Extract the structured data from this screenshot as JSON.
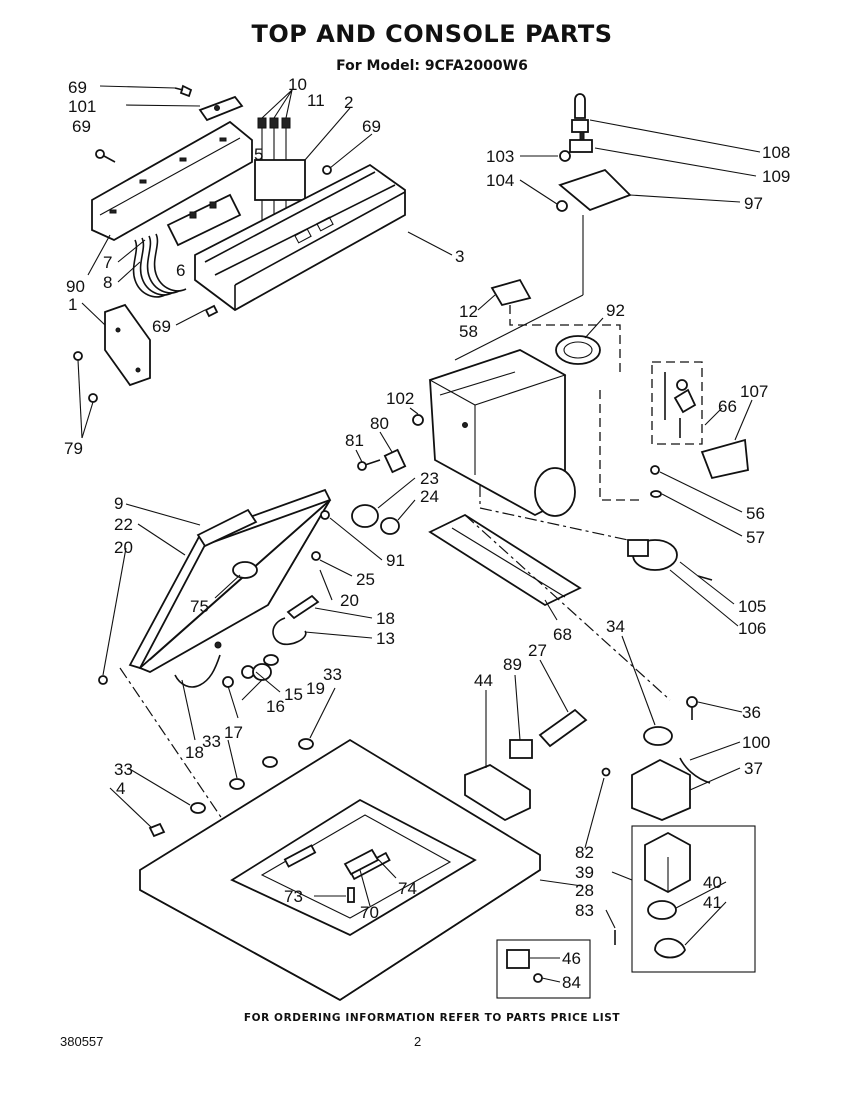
{
  "header": {
    "title": "TOP AND CONSOLE PARTS",
    "model": "For Model: 9CFA2000W6"
  },
  "footer": {
    "ordering_note": "FOR ORDERING INFORMATION REFER TO PARTS PRICE LIST",
    "document_number": "380557",
    "page_number": "2"
  },
  "callouts": [
    "69",
    "101",
    "69",
    "10",
    "11",
    "2",
    "69",
    "5",
    "90",
    "7",
    "8",
    "6",
    "1",
    "69",
    "79",
    "3",
    "108",
    "103",
    "109",
    "104",
    "97",
    "12",
    "58",
    "92",
    "102",
    "80",
    "81",
    "23",
    "24",
    "107",
    "66",
    "56",
    "57",
    "9",
    "22",
    "20",
    "91",
    "25",
    "75",
    "20",
    "18",
    "13",
    "105",
    "106",
    "68",
    "34",
    "27",
    "89",
    "44",
    "33",
    "19",
    "15",
    "16",
    "17",
    "18",
    "33",
    "33",
    "4",
    "36",
    "100",
    "37",
    "82",
    "39",
    "40",
    "41",
    "28",
    "83",
    "73",
    "70",
    "74",
    "46",
    "84"
  ]
}
